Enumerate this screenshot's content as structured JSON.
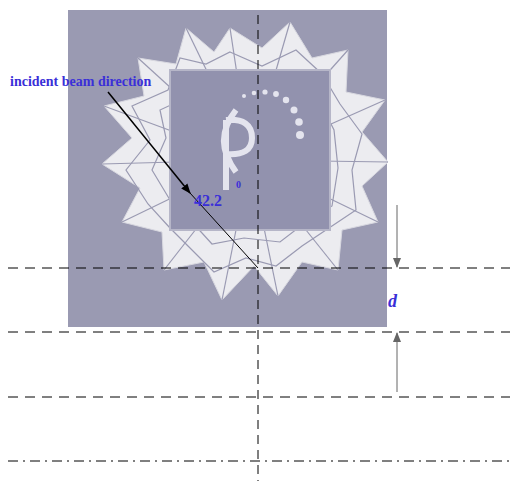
{
  "diagram": {
    "labels": [
      "incident beam direction",
      "42.2",
      "0",
      "d"
    ]
  }
}
